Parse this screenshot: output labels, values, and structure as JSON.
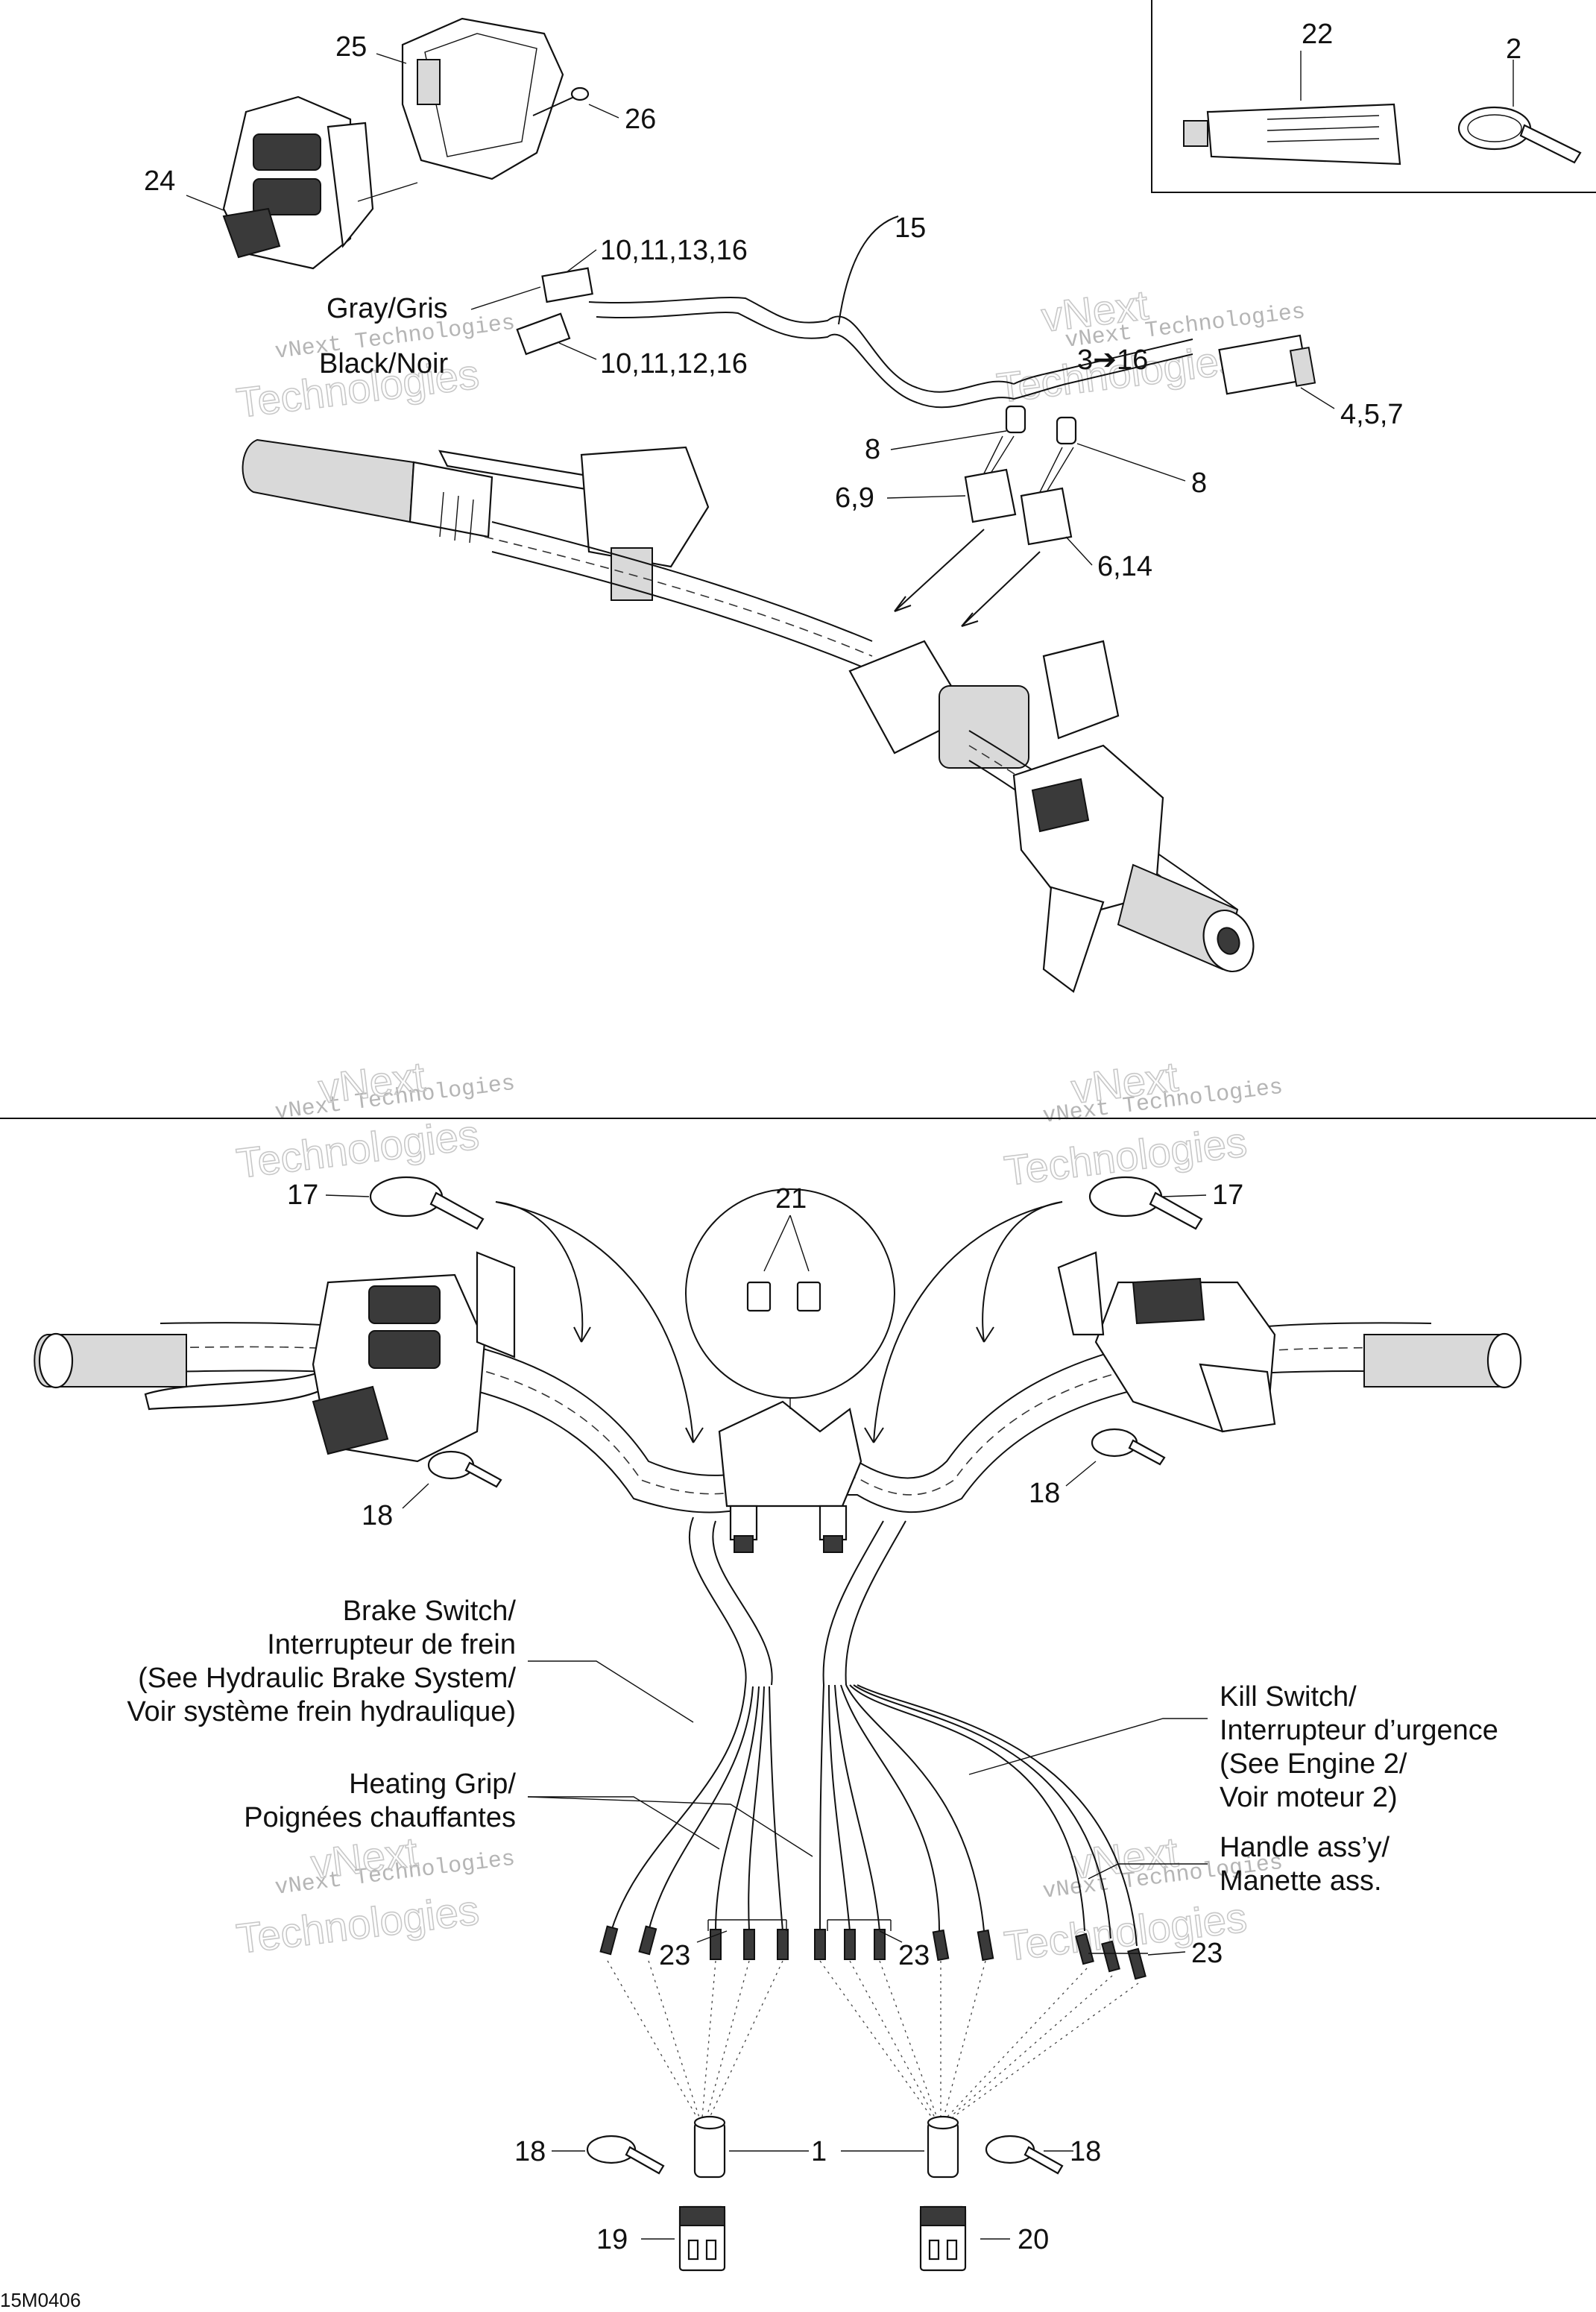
{
  "diagram": {
    "code": "15M0406",
    "callouts": {
      "c1": "1",
      "c2": "2",
      "c3_16": "3➔16",
      "c4_5_7": "4,5,7",
      "c6_9": "6,9",
      "c6_14": "6,14",
      "c8a": "8",
      "c8b": "8",
      "c10_11_13_16": "10,11,13,16",
      "c10_11_12_16": "10,11,12,16",
      "c15": "15",
      "c17a": "17",
      "c17b": "17",
      "c18a": "18",
      "c18b": "18",
      "c18c": "18",
      "c18d": "18",
      "c19": "19",
      "c20": "20",
      "c21": "21",
      "c22": "22",
      "c23a": "23",
      "c23b": "23",
      "c23c": "23",
      "c24": "24",
      "c25": "25",
      "c26": "26"
    },
    "wire_labels": {
      "gray": "Gray/Gris",
      "black": "Black/Noir"
    },
    "notes": {
      "brake_1": "Brake Switch/",
      "brake_2": "Interrupteur de frein",
      "brake_3": "(See Hydraulic Brake System/",
      "brake_4": "Voir système frein hydraulique)",
      "heat_1": "Heating Grip/",
      "heat_2": "Poignées chauffantes",
      "kill_1": "Kill Switch/",
      "kill_2": "Interrupteur d’urgence",
      "kill_3": "(See Engine 2/",
      "kill_4": "Voir moteur 2)",
      "handle_1": "Handle ass’y/",
      "handle_2": "Manette ass."
    },
    "watermark": {
      "line1": "vNext Technologies",
      "line2": "Technologies",
      "line3": "vNext"
    }
  }
}
